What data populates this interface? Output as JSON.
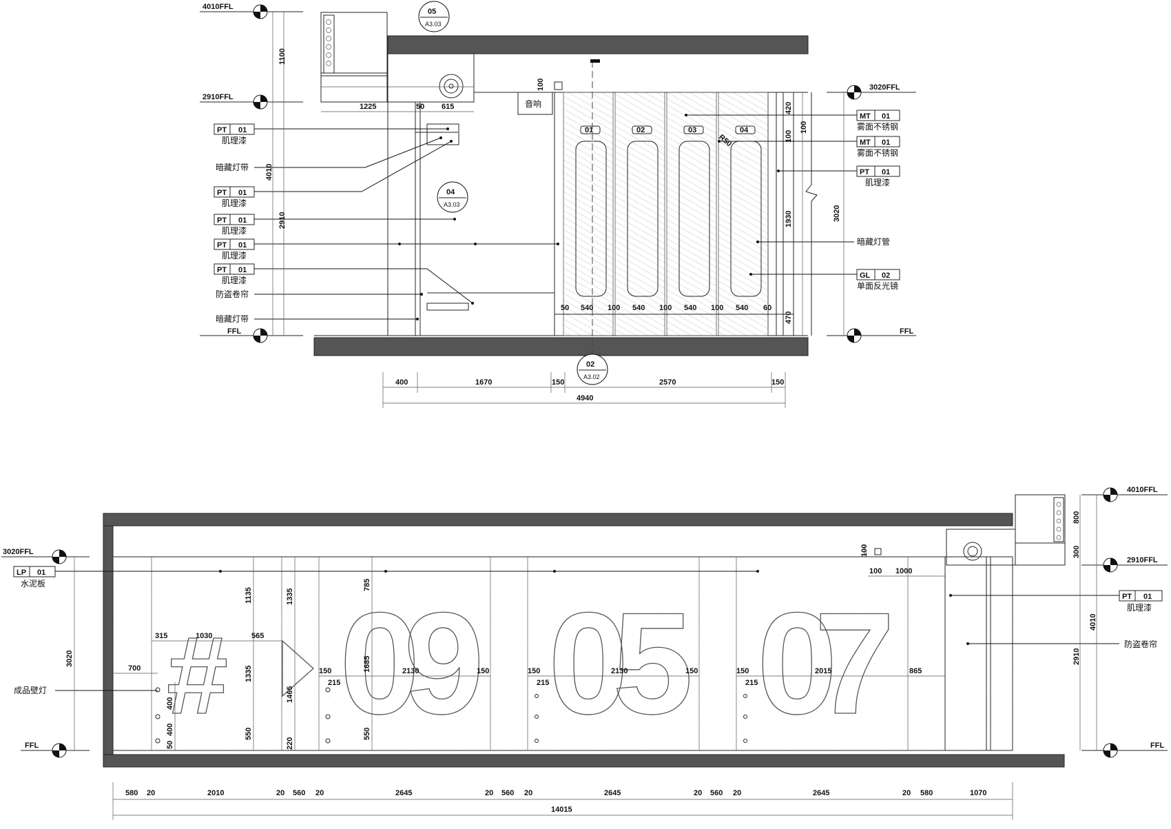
{
  "level_markers": {
    "top": [
      {
        "label": "4010FFL"
      },
      {
        "label": "2910FFL"
      },
      {
        "label": "FFL"
      },
      {
        "label": "3020FFL"
      },
      {
        "label": "FFL"
      }
    ],
    "bottom": [
      {
        "label": "3020FFL"
      },
      {
        "label": "FFL"
      },
      {
        "label": "4010FFL"
      },
      {
        "label": "2910FFL"
      },
      {
        "label": "FFL"
      }
    ]
  },
  "section_callouts": [
    {
      "num": "05",
      "sheet": "A3.03"
    },
    {
      "num": "04",
      "sheet": "A3.03"
    },
    {
      "num": "02",
      "sheet": "A3.02"
    }
  ],
  "top_left_tags": [
    {
      "code": "PT",
      "num": "01",
      "desc": "肌理漆"
    },
    {
      "code": "",
      "num": "",
      "desc": "暗藏灯带"
    },
    {
      "code": "PT",
      "num": "01",
      "desc": "肌理漆"
    },
    {
      "code": "PT",
      "num": "01",
      "desc": "肌理漆"
    },
    {
      "code": "PT",
      "num": "01",
      "desc": "肌理漆"
    },
    {
      "code": "PT",
      "num": "01",
      "desc": "肌理漆"
    },
    {
      "code": "",
      "num": "",
      "desc": "防盗卷帘"
    },
    {
      "code": "",
      "num": "",
      "desc": "暗藏灯带"
    }
  ],
  "top_right_tags": [
    {
      "code": "MT",
      "num": "01",
      "desc": "雾面不锈钢"
    },
    {
      "code": "MT",
      "num": "01",
      "desc": "雾面不锈钢"
    },
    {
      "code": "PT",
      "num": "01",
      "desc": "肌理漆"
    },
    {
      "code": "",
      "num": "",
      "desc": "暗藏灯管"
    },
    {
      "code": "GL",
      "num": "02",
      "desc": "单面反光镜"
    }
  ],
  "bottom_left_tags": [
    {
      "code": "LP",
      "num": "01",
      "desc": "水泥板"
    },
    {
      "code": "",
      "num": "",
      "desc": "成品壁灯"
    }
  ],
  "bottom_right_tags": [
    {
      "code": "PT",
      "num": "01",
      "desc": "肌理漆"
    },
    {
      "code": "",
      "num": "",
      "desc": "防盗卷帘"
    }
  ],
  "speaker_label": "音响",
  "panel_numbers": [
    "01",
    "02",
    "03",
    "04"
  ],
  "signage_chars": [
    "#",
    "09",
    "05",
    "07"
  ],
  "dims_top": {
    "left_vertical": [
      "1100",
      "4010",
      "2910"
    ],
    "duct": [
      "1225",
      "50",
      "615"
    ],
    "small_100": "100",
    "right_vertical_a": [
      "420",
      "100",
      "100",
      "1930",
      "470"
    ],
    "right_overall": "3020",
    "radius": "R50",
    "panels": [
      "50",
      "540",
      "100",
      "540",
      "100",
      "540",
      "100",
      "540",
      "60"
    ],
    "bottom_chain": [
      "400",
      "1670",
      "150",
      "2570",
      "150"
    ],
    "overall": "4940"
  },
  "dims_bottom": {
    "left_overall": "3020",
    "hash_v": [
      "1135",
      "1335",
      "550"
    ],
    "col2_v": [
      "1335",
      "1465",
      "220"
    ],
    "col3_v": [
      "785",
      "1685",
      "550"
    ],
    "lamp_v": [
      "400",
      "400",
      "50"
    ],
    "hash_h": [
      "315",
      "1030",
      "565"
    ],
    "lamp_h": "700",
    "num_h_1": [
      "150",
      "215",
      "2130",
      "150"
    ],
    "num_h_2": [
      "150",
      "215",
      "2130",
      "150"
    ],
    "num_h_3": [
      "150",
      "215",
      "2015",
      "865"
    ],
    "top_right": [
      "100",
      "100",
      "1000"
    ],
    "right_vertical": [
      "800",
      "300",
      "4010",
      "2910"
    ],
    "chain": [
      "580",
      "20",
      "2010",
      "20",
      "560",
      "20",
      "2645",
      "20",
      "560",
      "20",
      "2645",
      "20",
      "560",
      "20",
      "2645",
      "20",
      "580",
      "1070"
    ],
    "overall": "14015"
  },
  "colors": {
    "slab": "#555555",
    "line": "#222222"
  }
}
